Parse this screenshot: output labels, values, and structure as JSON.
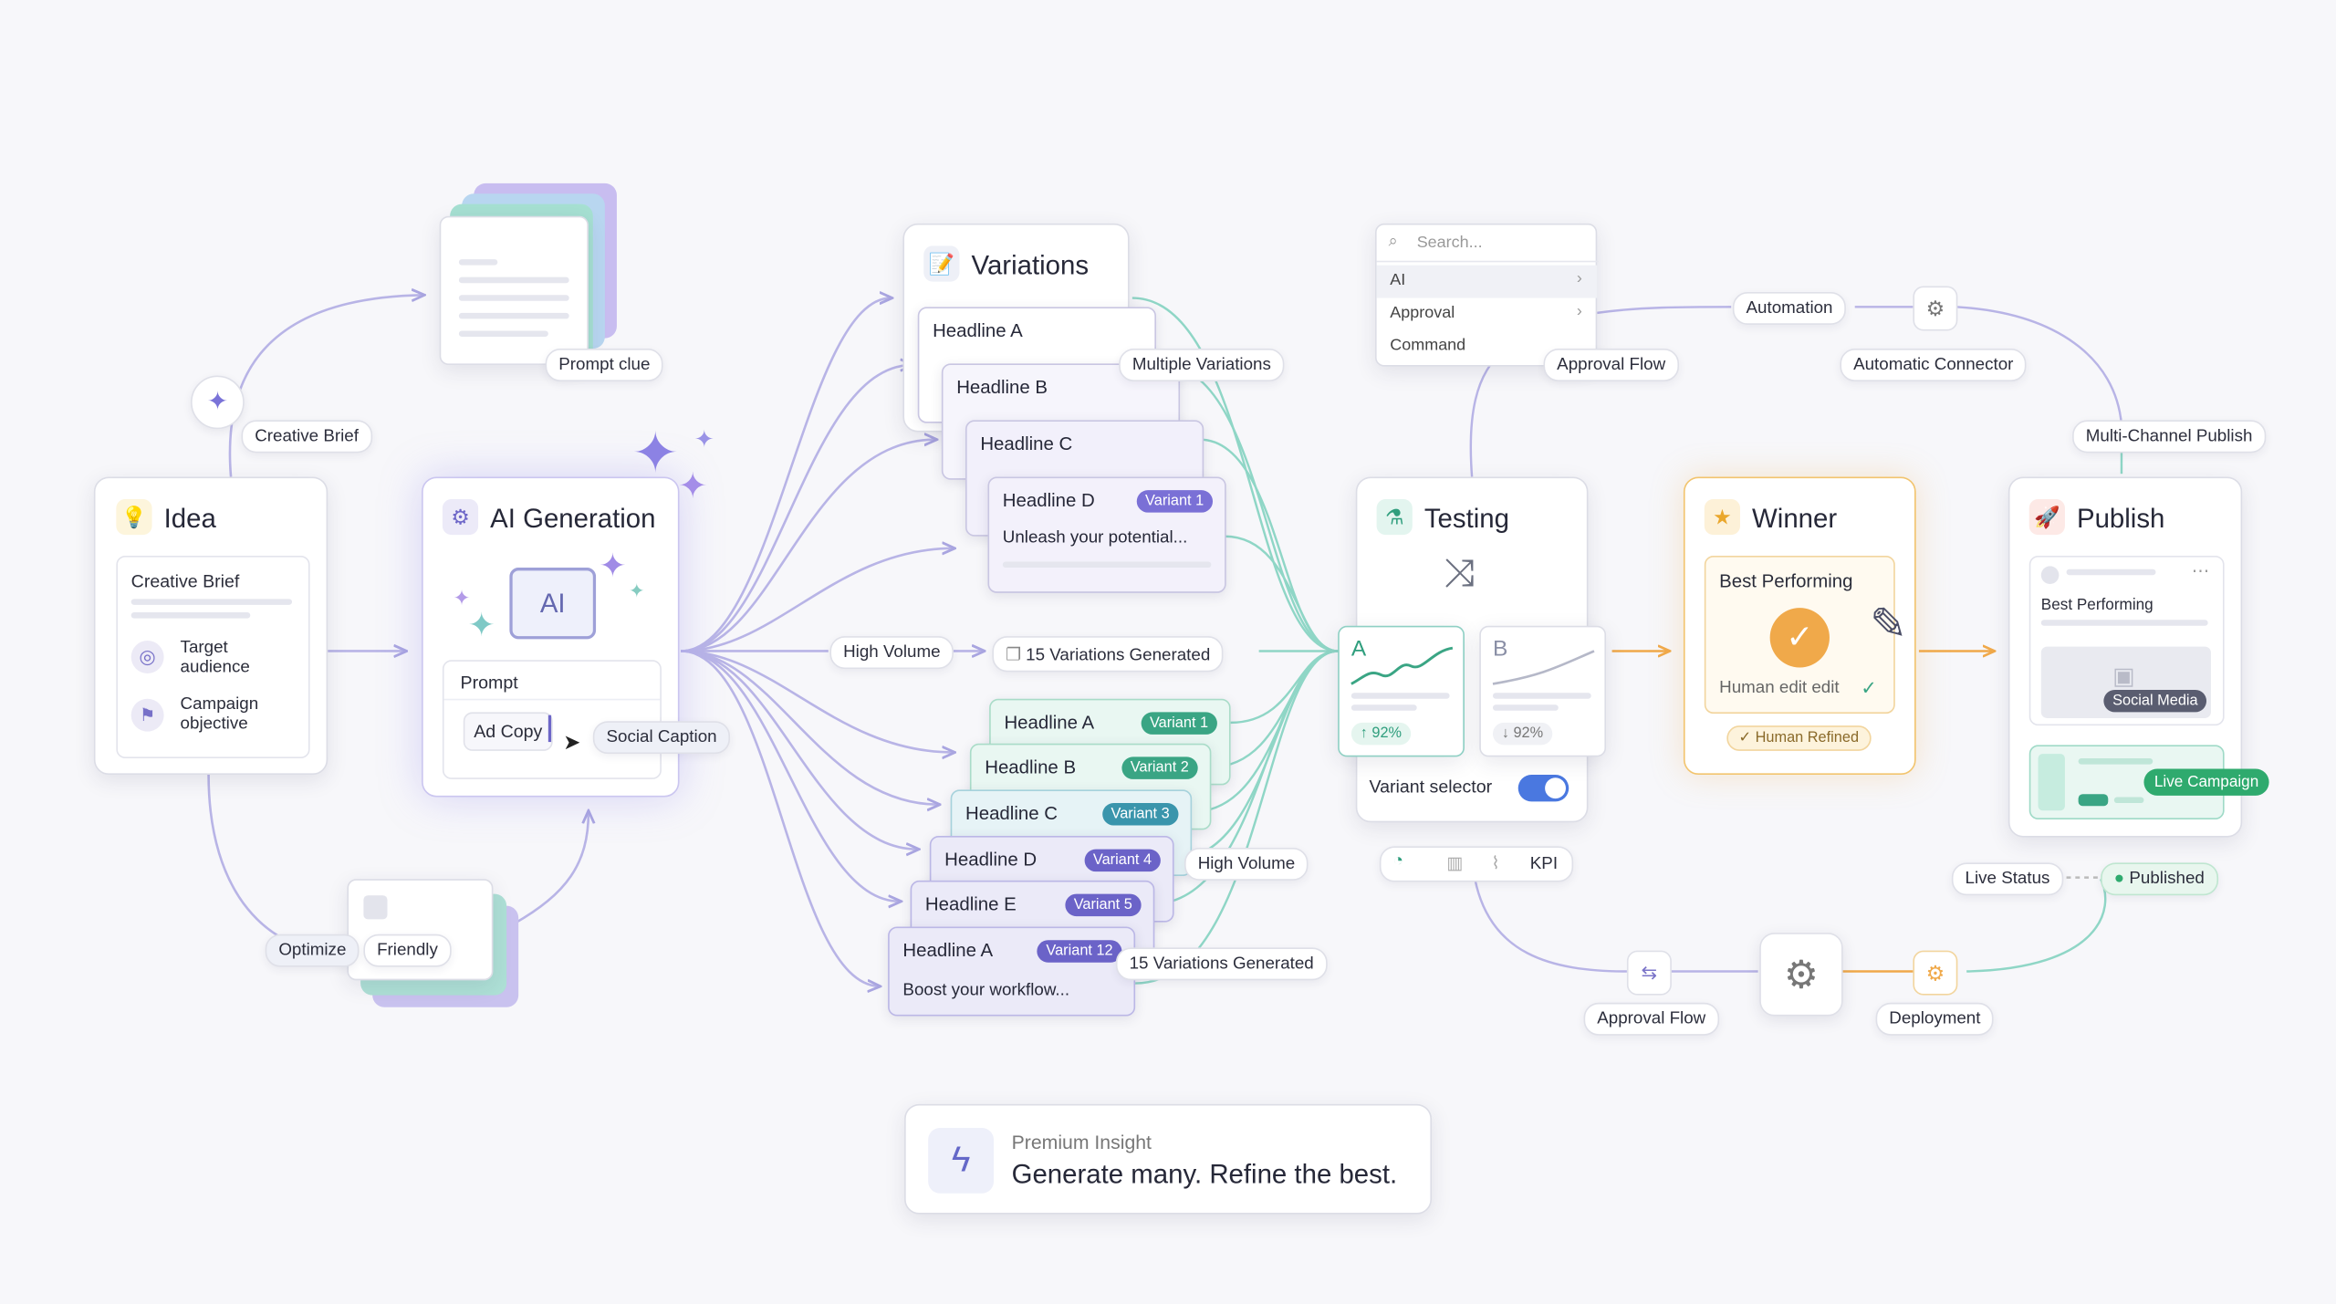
{
  "nodes": {
    "idea": {
      "title": "Idea",
      "brief_title": "Creative Brief",
      "target": "Target audience",
      "objective": "Campaign objective"
    },
    "ai": {
      "title": "AI Generation",
      "chip": "AI",
      "prompt": "Prompt",
      "ad_copy": "Ad Copy",
      "social_caption": "Social Caption"
    },
    "variations": {
      "title": "Variations",
      "top_cards": [
        "Headline A",
        "Headline B",
        "Headline C",
        "Headline D"
      ],
      "top_badge": "Variant 1",
      "top_body": "Unleash your potential...",
      "multiple_label": "Multiple Variations",
      "bottom_cards": [
        {
          "label": "Headline A",
          "badge": "Variant 1"
        },
        {
          "label": "Headline B",
          "badge": "Variant 2"
        },
        {
          "label": "Headline C",
          "badge": "Variant 3"
        },
        {
          "label": "Headline D",
          "badge": "Variant 4"
        },
        {
          "label": "Headline E",
          "badge": "Variant 5"
        },
        {
          "label": "Headline A",
          "badge": "Variant 12"
        }
      ],
      "bottom_body": "Boost your workflow..."
    },
    "testing": {
      "title": "Testing",
      "a_label": "A",
      "a_value": "92%",
      "b_label": "B",
      "b_value": "92%",
      "selector": "Variant selector",
      "kpi": "KPI"
    },
    "winner": {
      "title": "Winner",
      "best": "Best Performing",
      "human_edit": "Human edit edit",
      "refined": "Human Refined"
    },
    "publish": {
      "title": "Publish",
      "best": "Best Performing",
      "social": "Social Media",
      "live_campaign": "Live Campaign"
    }
  },
  "labels": {
    "prompt_clue": "Prompt clue",
    "creative_brief": "Creative Brief",
    "optimize": "Optimize",
    "friendly": "Friendly",
    "high_volume_1": "High Volume",
    "generated_1": "15 Variations Generated",
    "high_volume_2": "High Volume",
    "generated_2": "15 Variations Generated",
    "approval_flow_top": "Approval Flow",
    "automation": "Automation",
    "automatic_connector": "Automatic Connector",
    "multi_channel": "Multi-Channel Publish",
    "live_status": "Live Status",
    "published": "Published",
    "approval_flow_bottom": "Approval Flow",
    "deployment": "Deployment"
  },
  "menu": {
    "search_placeholder": "Search...",
    "items": [
      "AI",
      "Approval",
      "Command"
    ]
  },
  "insight": {
    "kicker": "Premium Insight",
    "headline": "Generate many. Refine the best."
  },
  "colors": {
    "accent_purple": "#8f87e6",
    "accent_teal": "#7fd1c2",
    "accent_orange": "#f0a94a",
    "toggle_blue": "#4a78e0",
    "published_green": "#2faa6e"
  },
  "icons": {
    "idea": "lightbulb-icon",
    "ai": "gear-icon",
    "variations": "memo-icon",
    "testing": "flask-icon",
    "winner": "star-icon",
    "publish": "rocket-icon"
  }
}
